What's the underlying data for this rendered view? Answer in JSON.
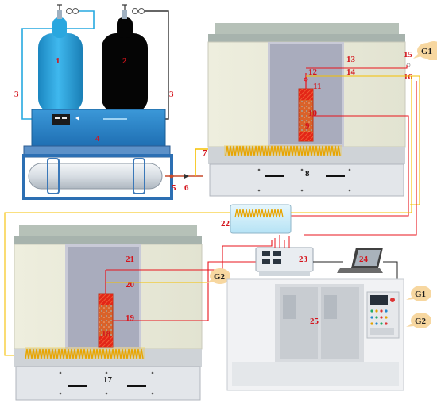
{
  "labels": {
    "n1": "1",
    "n2": "2",
    "n3a": "3",
    "n3b": "3",
    "n4": "4",
    "n5": "5",
    "n6": "6",
    "n7": "7",
    "n8": "8",
    "n9": "9",
    "n10": "10",
    "n11": "11",
    "n12": "12",
    "n13": "13",
    "n14": "14",
    "n15": "15",
    "n16": "16",
    "n17": "17",
    "n18": "18",
    "n19": "19",
    "n20": "20",
    "n21": "21",
    "n22": "22",
    "n23": "23",
    "n24": "24",
    "n25": "25"
  },
  "tags": {
    "g1_top": "G1",
    "g2_left": "G2",
    "g1_right": "G1",
    "g2_right": "G2"
  },
  "colors": {
    "blue_pipe": "#26a9e0",
    "black_pipe": "#333333",
    "red_wire": "#e8141c",
    "yellow_wire": "#f5c000",
    "cylinder_blue": "#2aa7df",
    "cylinder_black": "#000000",
    "tag_fill": "#f7d7a0"
  }
}
